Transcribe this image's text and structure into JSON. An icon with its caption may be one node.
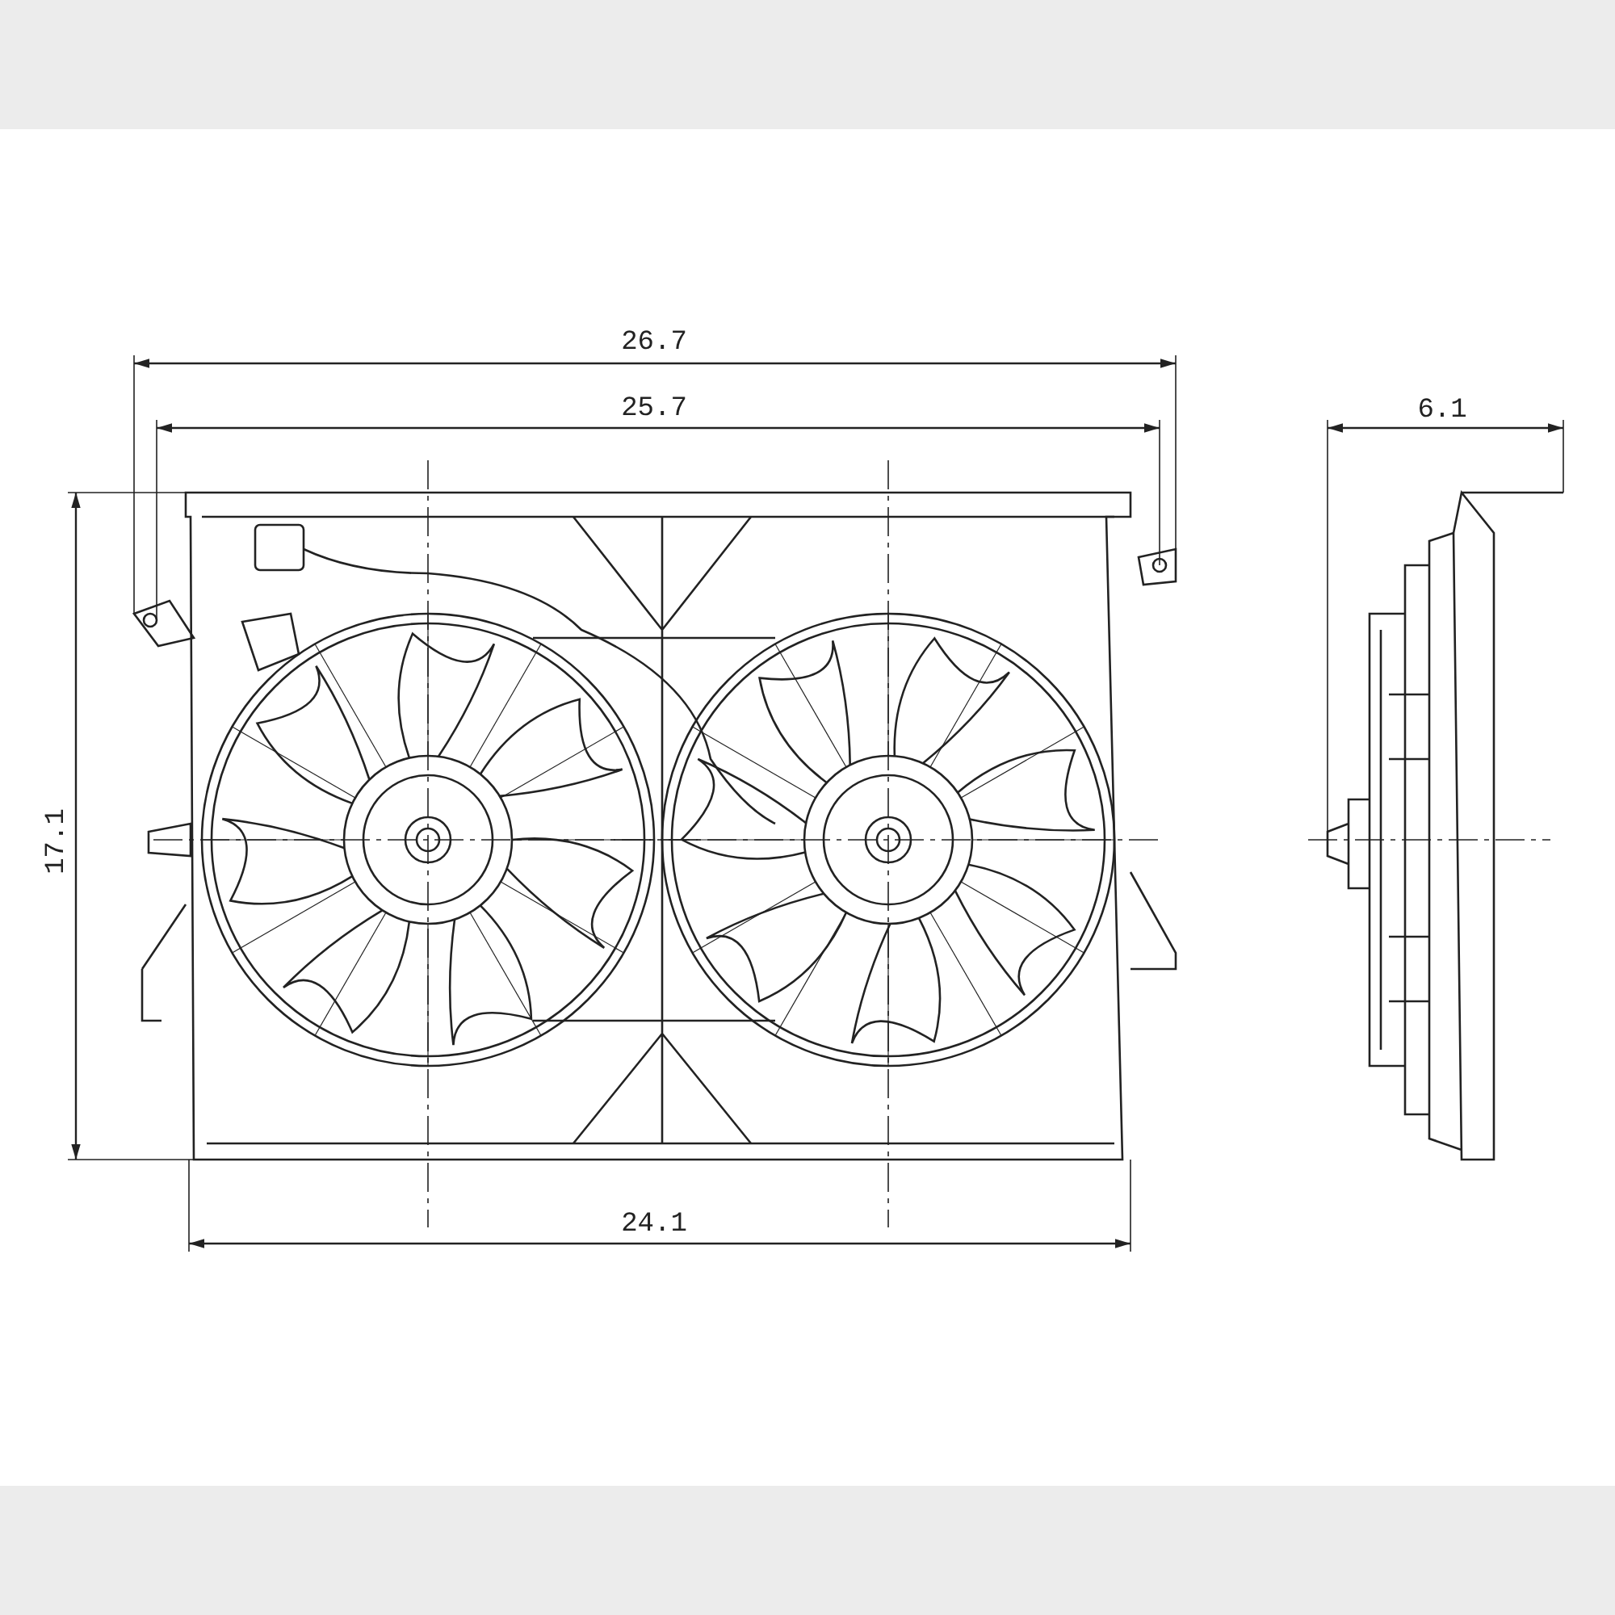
{
  "diagram": {
    "labels": [
      "26.7",
      "25.7",
      "6.1",
      "17.1",
      "24.1"
    ]
  }
}
